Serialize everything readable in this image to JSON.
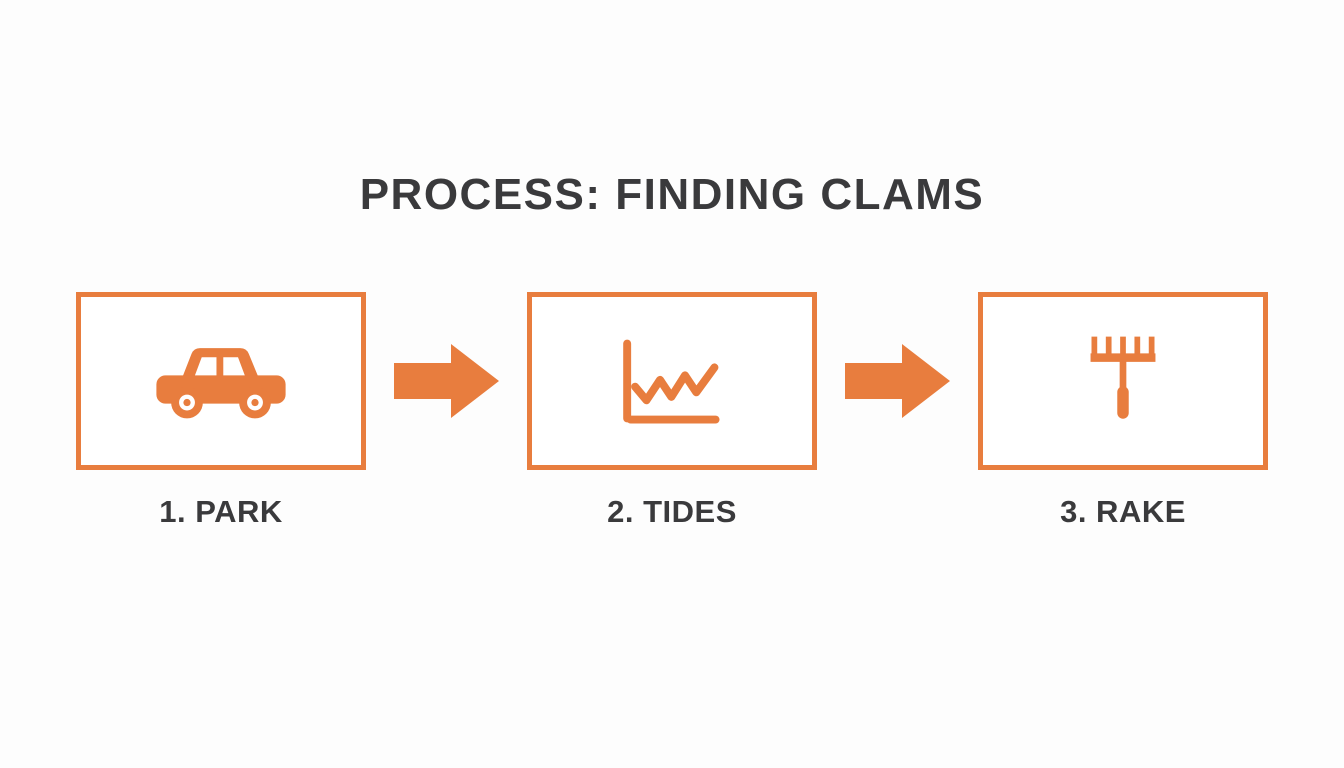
{
  "title": "PROCESS: FINDING CLAMS",
  "colors": {
    "accent": "#E87D3E",
    "text": "#3A3A3C",
    "background": "#FDFDFD"
  },
  "steps": [
    {
      "label": "1. PARK",
      "icon": "car-icon"
    },
    {
      "label": "2. TIDES",
      "icon": "tide-chart-icon"
    },
    {
      "label": "3. RAKE",
      "icon": "rake-icon"
    }
  ],
  "connectors": [
    {
      "icon": "arrow-right-icon"
    },
    {
      "icon": "arrow-right-icon"
    }
  ]
}
